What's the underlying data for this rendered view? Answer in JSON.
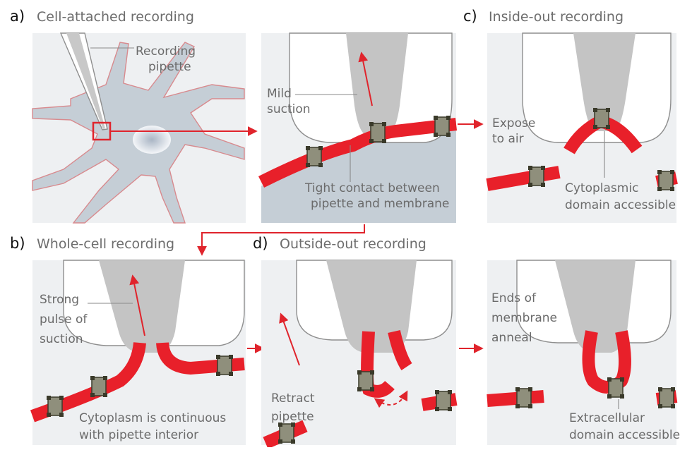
{
  "sections": {
    "a": {
      "letter": "a)",
      "title": "Cell-attached recording"
    },
    "b": {
      "letter": "b)",
      "title": "Whole-cell recording"
    },
    "c": {
      "letter": "c)",
      "title": "Inside-out recording"
    },
    "d": {
      "letter": "d)",
      "title": "Outside-out recording"
    }
  },
  "labels": {
    "recording_pipette": [
      "Recording",
      "pipette"
    ],
    "mild_suction": [
      "Mild",
      "suction"
    ],
    "tight_contact": [
      "Tight contact between",
      "pipette and membrane"
    ],
    "expose_to_air": [
      "Expose",
      "to air"
    ],
    "cytoplasmic_domain": [
      "Cytoplasmic",
      "domain accessible"
    ],
    "strong_pulse": [
      "Strong",
      "pulse of",
      "suction"
    ],
    "cytoplasm_continuous": [
      "Cytoplasm is continuous",
      "with pipette interior"
    ],
    "retract_pipette": [
      "Retract",
      "pipette"
    ],
    "ends_anneal": [
      "Ends of",
      "membrane",
      "anneal"
    ],
    "extracellular_domain": [
      "Extracellular",
      "domain accessible"
    ]
  },
  "colors": {
    "panel_bg": "#eef0f2",
    "cell": "#c5ced6",
    "pipette_gray": "#c4c4c4",
    "membrane": "#e8202a",
    "arrow": "#e0242c",
    "channel": "#8a8a78"
  }
}
